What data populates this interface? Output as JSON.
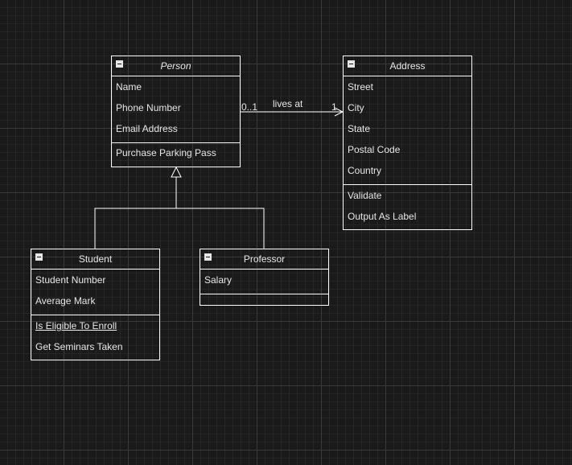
{
  "diagram": {
    "classes": {
      "person": {
        "name": "Person",
        "attributes": [
          "Name",
          "Phone Number",
          "Email Address"
        ],
        "methods": [
          "Purchase Parking Pass"
        ]
      },
      "address": {
        "name": "Address",
        "attributes": [
          "Street",
          "City",
          "State",
          "Postal Code",
          "Country"
        ],
        "methods": [
          "Validate",
          "Output As Label"
        ]
      },
      "student": {
        "name": "Student",
        "attributes": [
          "Student Number",
          "Average Mark"
        ],
        "methods": [
          "Is Eligible To Enroll",
          "Get Seminars Taken"
        ]
      },
      "professor": {
        "name": "Professor",
        "attributes": [
          "Salary"
        ],
        "methods": []
      }
    },
    "association": {
      "label": "lives at",
      "source_multiplicity": "0..1",
      "target_multiplicity": "1"
    }
  },
  "colors": {
    "background": "#1a1a1a",
    "stroke": "#ffffff",
    "text": "#e6e6e6"
  }
}
